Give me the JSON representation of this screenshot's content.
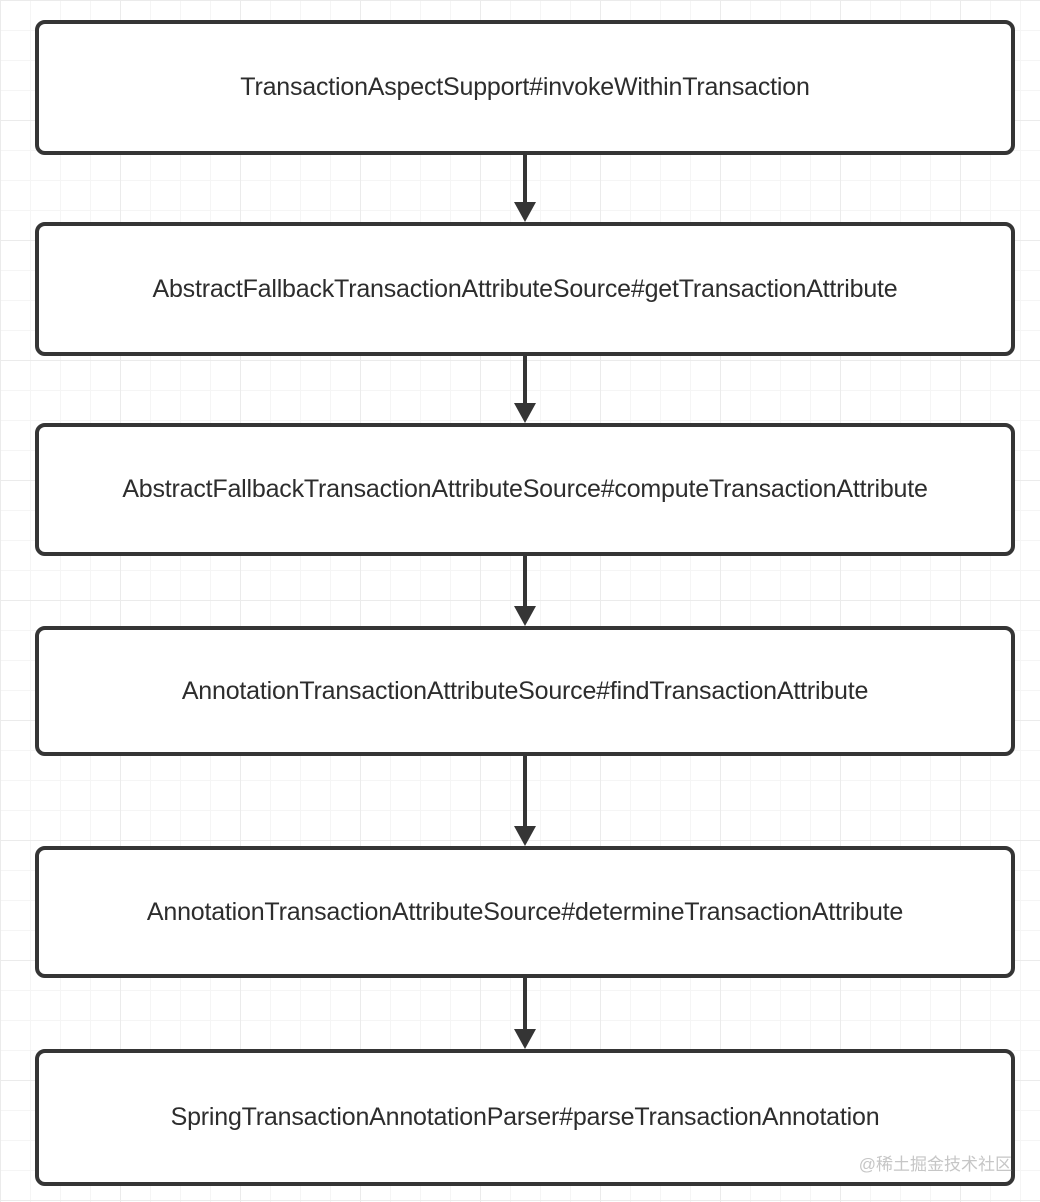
{
  "diagram": {
    "type": "flowchart",
    "direction": "top-down",
    "nodes": [
      {
        "label": "TransactionAspectSupport#invokeWithinTransaction"
      },
      {
        "label": "AbstractFallbackTransactionAttributeSource#getTransactionAttribute"
      },
      {
        "label": "AbstractFallbackTransactionAttributeSource#computeTransactionAttribute"
      },
      {
        "label": "AnnotationTransactionAttributeSource#findTransactionAttribute"
      },
      {
        "label": "AnnotationTransactionAttributeSource#determineTransactionAttribute"
      },
      {
        "label": "SpringTransactionAnnotationParser#parseTransactionAnnotation"
      }
    ],
    "edges": [
      {
        "from": 0,
        "to": 1
      },
      {
        "from": 1,
        "to": 2
      },
      {
        "from": 2,
        "to": 3
      },
      {
        "from": 3,
        "to": 4
      },
      {
        "from": 4,
        "to": 5
      }
    ],
    "colors": {
      "node_border": "#353535",
      "node_fill": "#ffffff",
      "text": "#2d2d2d",
      "arrow": "#353535",
      "watermark": "#c6c6c6"
    },
    "watermark": "@稀土掘金技术社区"
  }
}
